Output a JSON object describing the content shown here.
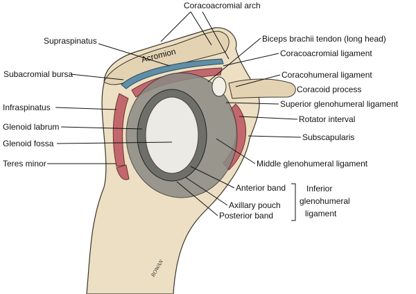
{
  "labels": {
    "coracoacromial_arch": "Coracoacromial arch",
    "supraspinatus": "Supraspinatus",
    "acromion": "Acromion",
    "biceps_tendon": "Biceps brachii  tendon (long head)",
    "coracoacromial_ligament": "Coracoacromial ligament",
    "subacromial_bursa": "Subacromial bursa",
    "coracohumeral_ligament": "Coracohumeral ligament",
    "coracoid_process": "Coracoid process",
    "infraspinatus": "Infraspinatus",
    "superior_glenohumeral_ligament": "Superior glenohumeral ligament",
    "glenoid_labrum": "Glenoid labrum",
    "rotator_interval": "Rotator interval",
    "glenoid_fossa": "Glenoid fossa",
    "subscapularis": "Subscapularis",
    "teres_minor": "Teres minor",
    "middle_glenohumeral_ligament": "Middle glenohumeral ligament",
    "anterior_band": "Anterior band",
    "axillary_pouch": "Axillary pouch",
    "posterior_band": "Posterior band",
    "inferior_gh_line1": "Inferior",
    "inferior_gh_line2": "glenohumeral",
    "inferior_gh_line3": "ligament"
  },
  "signature": "ROWAN",
  "colors": {
    "bone": "#ecdfc3",
    "muscle": "#c2686c",
    "bursa": "#5f8ea8",
    "glenoid": "#eceae4",
    "labrum": "#6f6f6a"
  }
}
